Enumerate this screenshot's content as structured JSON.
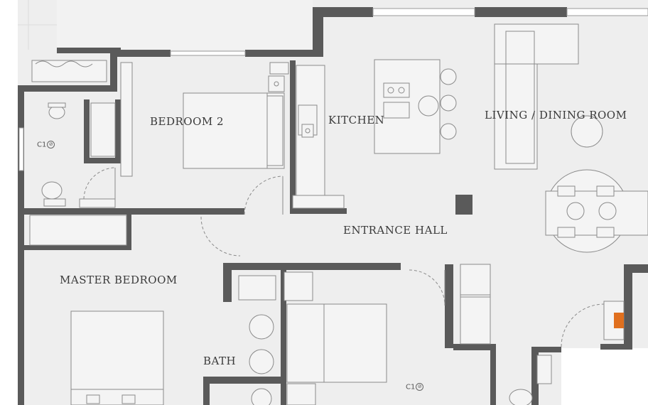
{
  "rooms": {
    "bedroom2": "BEDROOM 2",
    "kitchen": "KITCHEN",
    "living_dining": "LIVING / DINING ROOM",
    "entrance_hall": "ENTRANCE HALL",
    "master_bedroom": "MASTER BEDROOM",
    "bath": "BATH"
  },
  "ceiling_tags": {
    "tag1": "C1",
    "tag2": "C1"
  },
  "colors": {
    "wall": "#5a5a5a",
    "floor": "#eeeeee",
    "furniture_fill": "#f4f4f4",
    "furniture_stroke": "#8a8a8a",
    "background": "#ffffff"
  }
}
